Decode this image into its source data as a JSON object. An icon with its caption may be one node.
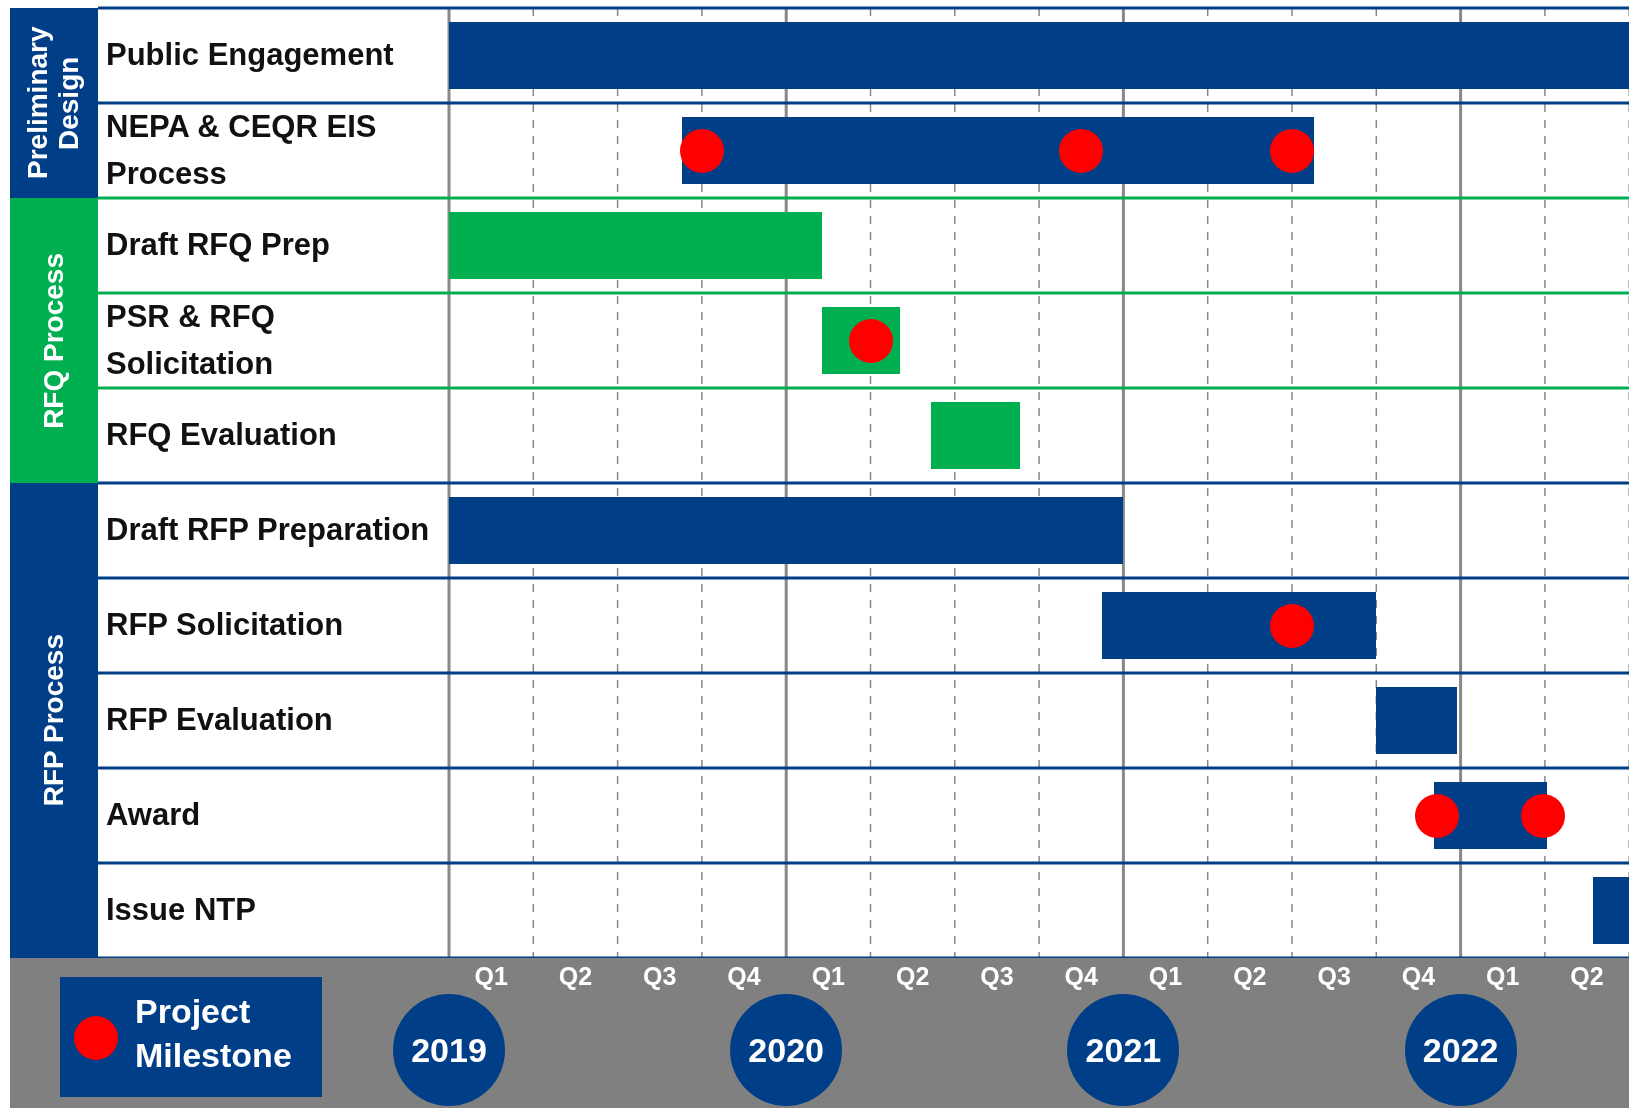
{
  "diagram": {
    "nodes": [
      {
        "text": [
          "Preliminary Design"
        ]
      },
      {
        "text": [
          "Public Engagement"
        ]
      },
      {
        "text": [
          "NEPA & CEQR EIS Process"
        ]
      },
      {
        "text": [
          "RFQ Process"
        ]
      },
      {
        "text": [
          "Draft RFQ Prep"
        ]
      },
      {
        "text": [
          "PSR & RFQ Solicitation"
        ]
      },
      {
        "text": [
          "RFQ Evaluation"
        ]
      },
      {
        "text": [
          "RFP Process"
        ]
      },
      {
        "text": [
          "Draft RFP Preparation"
        ]
      },
      {
        "text": [
          "RFP Solicitation"
        ]
      },
      {
        "text": [
          "RFP Evaluation"
        ]
      },
      {
        "text": [
          "Award"
        ]
      },
      {
        "text": [
          "Issue NTP"
        ]
      }
    ],
    "labels": [
      "Q1",
      "Q2",
      "Q3",
      "Q4",
      "Q1",
      "Q2",
      "Q3",
      "Q4",
      "Q1",
      "Q2",
      "Q3",
      "Q4",
      "Q1",
      "Q2",
      "2019",
      "2020",
      "2021",
      "2022"
    ],
    "legend": [
      {
        "text": "Project Milestone",
        "color": "#ff0000"
      }
    ]
  }
}
